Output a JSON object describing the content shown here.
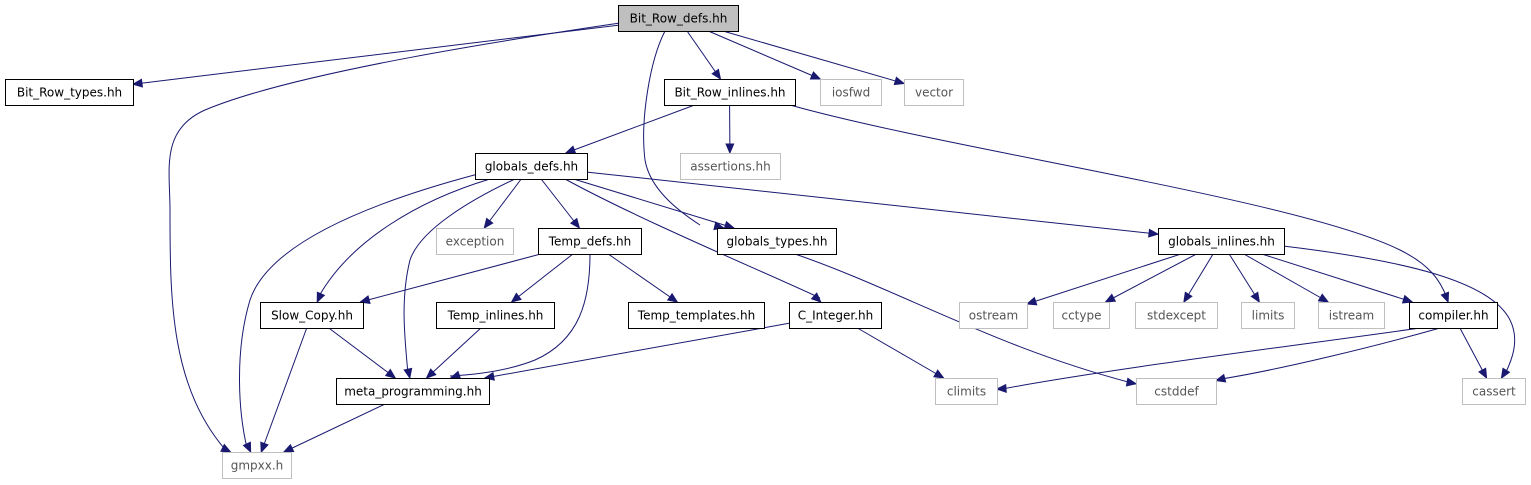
{
  "graph": {
    "colors": {
      "edge": "#191970",
      "main_fill": "#bfbfbf",
      "local_border": "#000000",
      "external_border": "#bfbfbf",
      "external_text": "#555555"
    },
    "nodes": [
      {
        "id": "bit_row_defs",
        "label": "Bit_Row_defs.hh",
        "kind": "main"
      },
      {
        "id": "bit_row_types",
        "label": "Bit_Row_types.hh",
        "kind": "local"
      },
      {
        "id": "bit_row_inlines",
        "label": "Bit_Row_inlines.hh",
        "kind": "local"
      },
      {
        "id": "iosfwd",
        "label": "iosfwd",
        "kind": "external"
      },
      {
        "id": "vector",
        "label": "vector",
        "kind": "external"
      },
      {
        "id": "assertions",
        "label": "assertions.hh",
        "kind": "external"
      },
      {
        "id": "globals_defs",
        "label": "globals_defs.hh",
        "kind": "local"
      },
      {
        "id": "exception",
        "label": "exception",
        "kind": "external"
      },
      {
        "id": "temp_defs",
        "label": "Temp_defs.hh",
        "kind": "local"
      },
      {
        "id": "globals_types",
        "label": "globals_types.hh",
        "kind": "local"
      },
      {
        "id": "globals_inlines",
        "label": "globals_inlines.hh",
        "kind": "local"
      },
      {
        "id": "slow_copy",
        "label": "Slow_Copy.hh",
        "kind": "local"
      },
      {
        "id": "temp_inlines",
        "label": "Temp_inlines.hh",
        "kind": "local"
      },
      {
        "id": "temp_templates",
        "label": "Temp_templates.hh",
        "kind": "local"
      },
      {
        "id": "c_integer",
        "label": "C_Integer.hh",
        "kind": "local"
      },
      {
        "id": "ostream",
        "label": "ostream",
        "kind": "external"
      },
      {
        "id": "cctype",
        "label": "cctype",
        "kind": "external"
      },
      {
        "id": "stdexcept",
        "label": "stdexcept",
        "kind": "external"
      },
      {
        "id": "limits",
        "label": "limits",
        "kind": "external"
      },
      {
        "id": "istream",
        "label": "istream",
        "kind": "external"
      },
      {
        "id": "compiler",
        "label": "compiler.hh",
        "kind": "local"
      },
      {
        "id": "meta_programming",
        "label": "meta_programming.hh",
        "kind": "local"
      },
      {
        "id": "climits",
        "label": "climits",
        "kind": "external"
      },
      {
        "id": "cstddef",
        "label": "cstddef",
        "kind": "external"
      },
      {
        "id": "cassert",
        "label": "cassert",
        "kind": "external"
      },
      {
        "id": "gmpxx",
        "label": "gmpxx.h",
        "kind": "external"
      }
    ],
    "edges": [
      {
        "from": "bit_row_defs",
        "to": "bit_row_types"
      },
      {
        "from": "bit_row_defs",
        "to": "gmpxx"
      },
      {
        "from": "bit_row_defs",
        "to": "globals_types"
      },
      {
        "from": "bit_row_defs",
        "to": "bit_row_inlines"
      },
      {
        "from": "bit_row_defs",
        "to": "iosfwd"
      },
      {
        "from": "bit_row_defs",
        "to": "vector"
      },
      {
        "from": "bit_row_inlines",
        "to": "globals_defs"
      },
      {
        "from": "bit_row_inlines",
        "to": "assertions"
      },
      {
        "from": "bit_row_inlines",
        "to": "compiler"
      },
      {
        "from": "globals_defs",
        "to": "gmpxx"
      },
      {
        "from": "globals_defs",
        "to": "slow_copy"
      },
      {
        "from": "globals_defs",
        "to": "meta_programming"
      },
      {
        "from": "globals_defs",
        "to": "exception"
      },
      {
        "from": "globals_defs",
        "to": "temp_defs"
      },
      {
        "from": "globals_defs",
        "to": "globals_types"
      },
      {
        "from": "globals_defs",
        "to": "c_integer"
      },
      {
        "from": "globals_defs",
        "to": "globals_inlines"
      },
      {
        "from": "temp_defs",
        "to": "slow_copy"
      },
      {
        "from": "temp_defs",
        "to": "temp_inlines"
      },
      {
        "from": "temp_defs",
        "to": "temp_templates"
      },
      {
        "from": "temp_defs",
        "to": "meta_programming"
      },
      {
        "from": "globals_types",
        "to": "cstddef"
      },
      {
        "from": "globals_inlines",
        "to": "ostream"
      },
      {
        "from": "globals_inlines",
        "to": "cctype"
      },
      {
        "from": "globals_inlines",
        "to": "stdexcept"
      },
      {
        "from": "globals_inlines",
        "to": "limits"
      },
      {
        "from": "globals_inlines",
        "to": "istream"
      },
      {
        "from": "globals_inlines",
        "to": "compiler"
      },
      {
        "from": "globals_inlines",
        "to": "cassert"
      },
      {
        "from": "slow_copy",
        "to": "meta_programming"
      },
      {
        "from": "slow_copy",
        "to": "gmpxx"
      },
      {
        "from": "temp_inlines",
        "to": "meta_programming"
      },
      {
        "from": "c_integer",
        "to": "meta_programming"
      },
      {
        "from": "c_integer",
        "to": "climits"
      },
      {
        "from": "compiler",
        "to": "climits"
      },
      {
        "from": "compiler",
        "to": "cstddef"
      },
      {
        "from": "compiler",
        "to": "cassert"
      },
      {
        "from": "meta_programming",
        "to": "gmpxx"
      }
    ]
  }
}
